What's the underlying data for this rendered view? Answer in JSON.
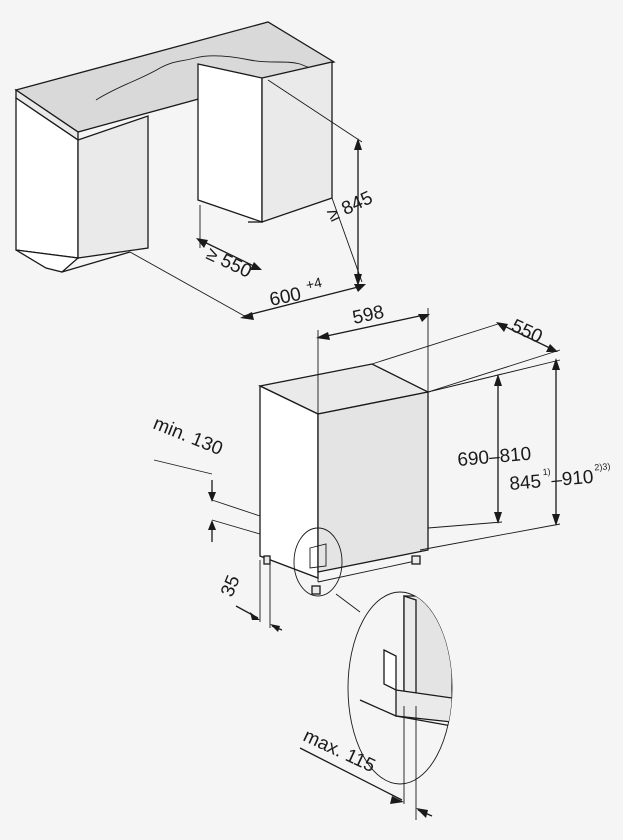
{
  "diagram": {
    "niche": {
      "depth_label": "≥ 550",
      "height_label": "≥ 845",
      "width_label": "600",
      "width_tolerance": "+4"
    },
    "appliance": {
      "width_label": "598",
      "depth_label": "550",
      "min_label": "min. 130",
      "foot_label": "35",
      "height_range_label": "690–810",
      "total_height_from": "845",
      "note_1": "1)",
      "total_height_to": "–910",
      "note_2": "2)3)"
    },
    "detail": {
      "max_label": "max. 115"
    }
  }
}
